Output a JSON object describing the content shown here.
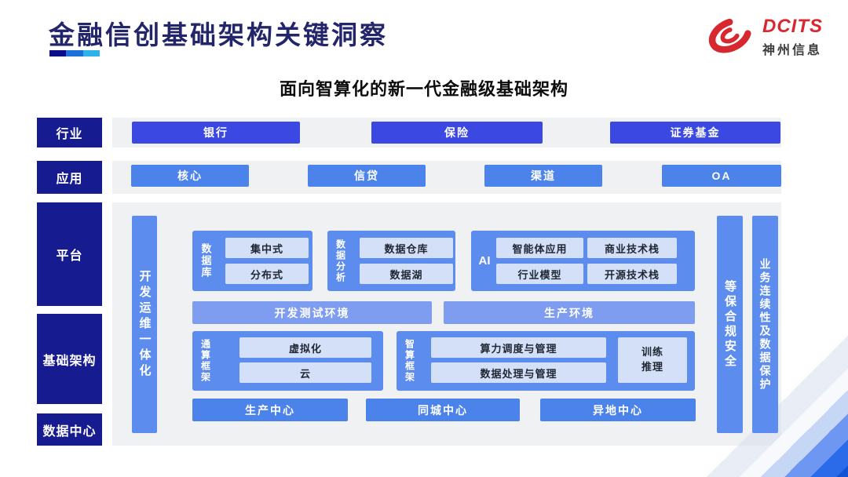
{
  "header": {
    "title": "金融信创基础架构关键洞察"
  },
  "logo": {
    "brand": "DCITS",
    "company": "神州信息"
  },
  "subtitle": "面向智算化的新一代金融级基础架构",
  "colors": {
    "navy": "#161B8F",
    "royal_blue": "#3B49E2",
    "medium_blue": "#4C83EA",
    "soft_blue": "#5C8CEE",
    "periwinkle": "#7E9DF1",
    "pale_blue": "#D4E0F8",
    "title_navy": "#23256B",
    "brand_red": "#D7282F"
  },
  "diagram": {
    "row_labels": {
      "industry": "行业",
      "application": "应用",
      "platform": "平台",
      "infrastructure": "基础架构",
      "datacenter": "数据中心"
    },
    "industry_row": [
      "银行",
      "保险",
      "证券基金"
    ],
    "application_row": [
      "核心",
      "信贷",
      "渠道",
      "OA"
    ],
    "devops_bar": "开发运维一体化",
    "database_group": {
      "label": "数据库",
      "items": [
        "集中式",
        "分布式"
      ]
    },
    "analytics_group": {
      "label": "数据分析",
      "items": [
        "数据仓库",
        "数据湖"
      ]
    },
    "ai_group": {
      "label": "AI",
      "items": [
        "智能体应用",
        "商业技术栈",
        "行业模型",
        "开源技术栈"
      ]
    },
    "env_row": [
      "开发测试环境",
      "生产环境"
    ],
    "general_compute_group": {
      "label": "通算框架",
      "items": [
        "虚拟化",
        "云"
      ]
    },
    "intelligent_compute_group": {
      "label": "智算框架",
      "items": [
        "算力调度与管理",
        "数据处理与管理"
      ],
      "side_box": [
        "训练",
        "推理"
      ]
    },
    "datacenter_row": [
      "生产中心",
      "同城中心",
      "异地中心"
    ],
    "security_bar": "等保合规安全",
    "continuity_bar": "业务连续性及数据保护"
  }
}
